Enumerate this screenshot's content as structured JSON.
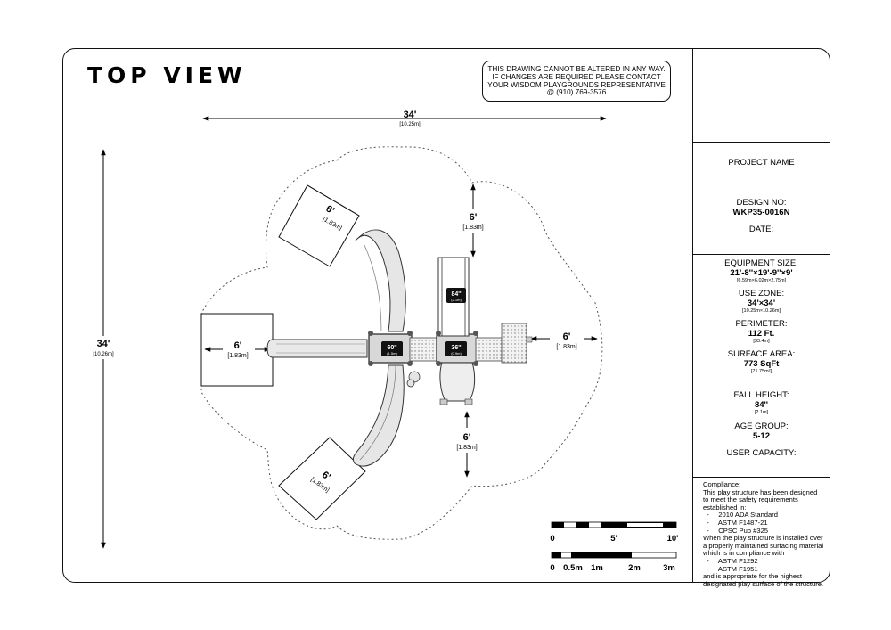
{
  "title": "TOP VIEW",
  "notice": [
    "THIS DRAWING CANNOT BE ALTERED IN ANY WAY.",
    "IF CHANGES ARE REQUIRED PLEASE CONTACT",
    "YOUR WISDOM PLAYGROUNDS REPRESENTATIVE",
    "@ (910) 769-3576"
  ],
  "dimensions": {
    "width_ft": "34'",
    "width_m": "[10.25m]",
    "height_ft": "34'",
    "height_m": "[10.26m]",
    "clearance_ft": "6'",
    "clearance_m": "[1.83m]"
  },
  "deck_labels": {
    "deck60_in": "60''",
    "deck60_m": "(1.5m)",
    "deck36_in": "36''",
    "deck36_m": "(0.9m)",
    "ladder84_in": "84''",
    "ladder84_m": "(2.1m)"
  },
  "scale_bar": {
    "feet_labels": [
      "0",
      "5'",
      "10'"
    ],
    "meter_labels": [
      "0",
      "0.5m",
      "1m",
      "2m",
      "3m"
    ]
  },
  "panel": {
    "project_name": "PROJECT NAME",
    "design_no_label": "DESIGN NO:",
    "design_no": "WKP35-0016N",
    "date_label": "DATE:",
    "equipment_size_label": "EQUIPMENT SIZE:",
    "equipment_size": "21'-8''×19'-9''×9'",
    "equipment_size_m": "[6.59m×6.02m×2.75m]",
    "use_zone_label": "USE ZONE:",
    "use_zone": "34'×34'",
    "use_zone_m": "[10.25m×10.26m]",
    "perimeter_label": "PERIMETER:",
    "perimeter": "112 Ft.",
    "perimeter_m": "[33.4m]",
    "surface_area_label": "SURFACE AREA:",
    "surface_area": "773 SqFt",
    "surface_area_m": "[71.75m²]",
    "fall_height_label": "FALL HEIGHT:",
    "fall_height": "84''",
    "fall_height_m": "[2.1m]",
    "age_group_label": "AGE GROUP:",
    "age_group": "5-12",
    "user_capacity_label": "USER CAPACITY:"
  },
  "compliance": [
    "Compliance:",
    "This play structure has been designed",
    "to meet the safety requirements",
    "established in:",
    "  -     2010 ADA Standard",
    "  -     ASTM F1487-21",
    "  -     CPSC Pub #325",
    "When the play structure is installed over",
    "a properly maintained surfacing material",
    "which is in compliance with",
    "  -     ASTM F1292",
    "  -     ASTM F1951",
    "and is appropriate for the highest",
    "designated play surface of the structure."
  ]
}
